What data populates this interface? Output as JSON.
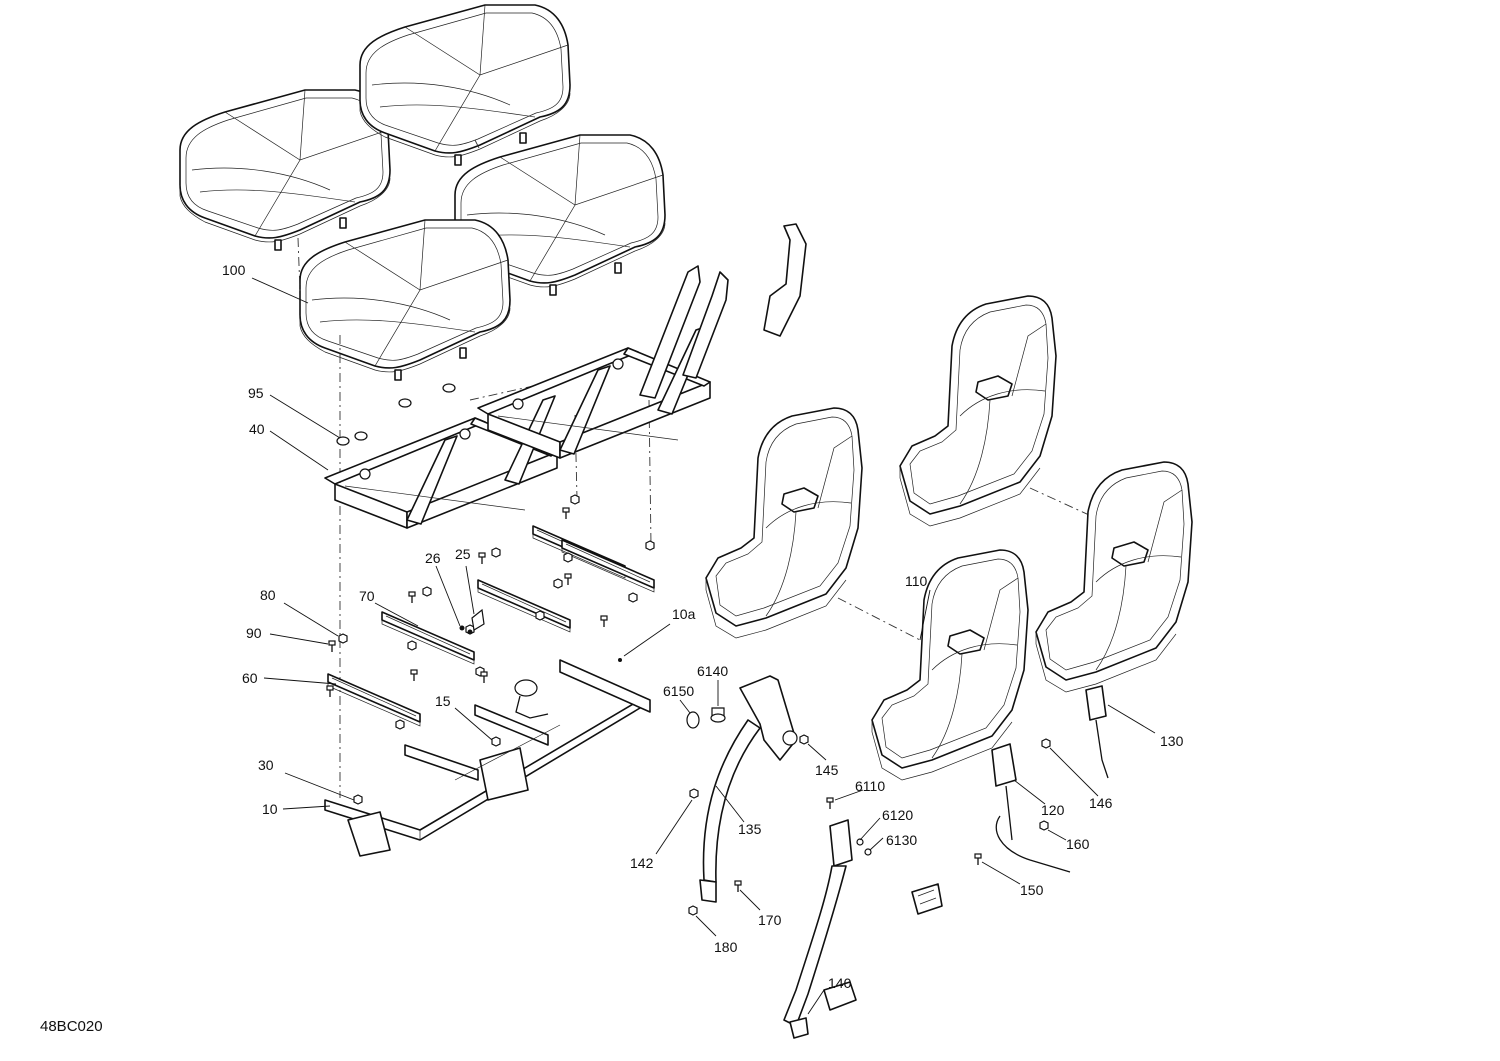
{
  "diagram_code": "48BC020",
  "callouts": [
    {
      "id": "c100",
      "text": "100"
    },
    {
      "id": "c95",
      "text": "95"
    },
    {
      "id": "c40",
      "text": "40"
    },
    {
      "id": "c26",
      "text": "26"
    },
    {
      "id": "c25",
      "text": "25"
    },
    {
      "id": "c80",
      "text": "80"
    },
    {
      "id": "c70",
      "text": "70"
    },
    {
      "id": "c90",
      "text": "90"
    },
    {
      "id": "c60",
      "text": "60"
    },
    {
      "id": "c15",
      "text": "15"
    },
    {
      "id": "c30",
      "text": "30"
    },
    {
      "id": "c10",
      "text": "10"
    },
    {
      "id": "c10a",
      "text": "10a"
    },
    {
      "id": "c6140",
      "text": "6140"
    },
    {
      "id": "c6150",
      "text": "6150"
    },
    {
      "id": "c110",
      "text": "110"
    },
    {
      "id": "c130",
      "text": "130"
    },
    {
      "id": "c145",
      "text": "145"
    },
    {
      "id": "c6110",
      "text": "6110"
    },
    {
      "id": "c6120",
      "text": "6120"
    },
    {
      "id": "c6130",
      "text": "6130"
    },
    {
      "id": "c146",
      "text": "146"
    },
    {
      "id": "c120",
      "text": "120"
    },
    {
      "id": "c135",
      "text": "135"
    },
    {
      "id": "c142",
      "text": "142"
    },
    {
      "id": "c160",
      "text": "160"
    },
    {
      "id": "c150",
      "text": "150"
    },
    {
      "id": "c170",
      "text": "170"
    },
    {
      "id": "c180",
      "text": "180"
    },
    {
      "id": "c140",
      "text": "140"
    }
  ]
}
